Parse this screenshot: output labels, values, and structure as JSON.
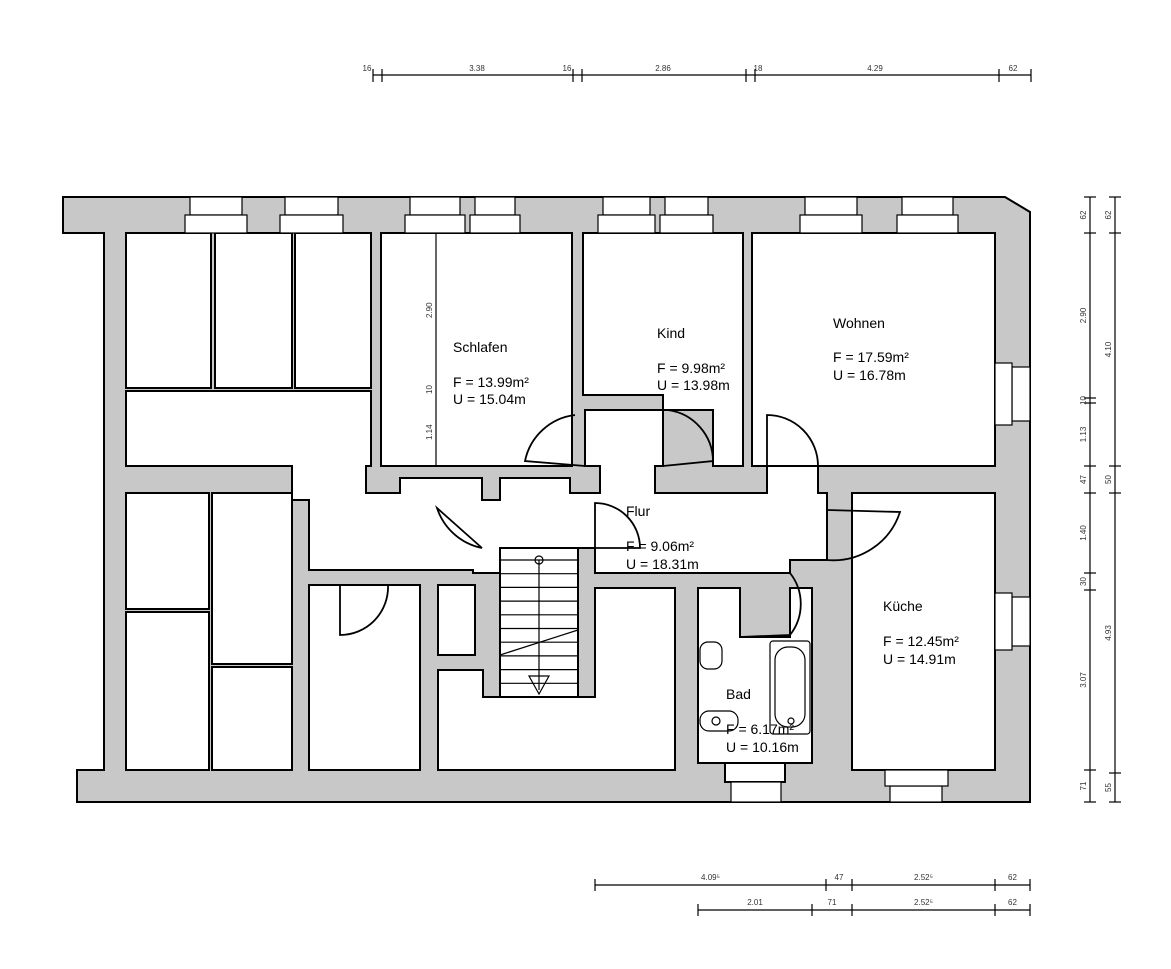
{
  "rooms": {
    "schlafen": {
      "name": "Schlafen",
      "area": "F = 13.99m²",
      "perimeter": "U = 15.04m"
    },
    "kind": {
      "name": "Kind",
      "area": "F = 9.98m²",
      "perimeter": "U = 13.98m"
    },
    "wohnen": {
      "name": "Wohnen",
      "area": "F = 17.59m²",
      "perimeter": "U = 16.78m"
    },
    "flur": {
      "name": "Flur",
      "area": "F = 9.06m²",
      "perimeter": "U = 18.31m"
    },
    "kueche": {
      "name": "Küche",
      "area": "F = 12.45m²",
      "perimeter": "U = 14.91m"
    },
    "bad": {
      "name": "Bad",
      "area": "F = 6.17m²",
      "perimeter": "U = 10.16m"
    }
  },
  "dimensions": {
    "top": [
      "16",
      "3.38",
      "16",
      "2.86",
      "18",
      "4.29",
      "62"
    ],
    "right_inner": [
      "62",
      "2.90",
      "10",
      "1.13",
      "47",
      "1.40",
      "30",
      "3.07",
      "71"
    ],
    "right_outer": [
      "62",
      "4.10",
      "50",
      "4.93",
      "55"
    ],
    "bottom_upper": [
      "4.09⁵",
      "47",
      "2.52⁵",
      "62"
    ],
    "bottom_lower": [
      "2.01",
      "71",
      "2.52⁵",
      "62"
    ],
    "schlafen_height": [
      "2.90",
      "10",
      "1.14"
    ]
  },
  "colors": {
    "wall": "#c8c8c8",
    "line": "#000000"
  }
}
